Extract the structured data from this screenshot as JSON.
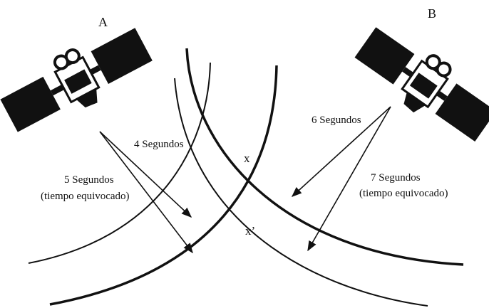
{
  "satellites": {
    "a": {
      "label": "A"
    },
    "b": {
      "label": "B"
    }
  },
  "signals": {
    "a_correct": "4 Segundos",
    "a_wrong_line1": "5 Segundos",
    "a_wrong_line2": "(tiempo equivocado)",
    "b_correct": "6 Segundos",
    "b_wrong_line1": "7 Segundos",
    "b_wrong_line2": "(tiempo equivocado)"
  },
  "intersections": {
    "correct": "x",
    "wrong": "x’"
  },
  "colors": {
    "ink": "#111111",
    "background": "#ffffff"
  }
}
